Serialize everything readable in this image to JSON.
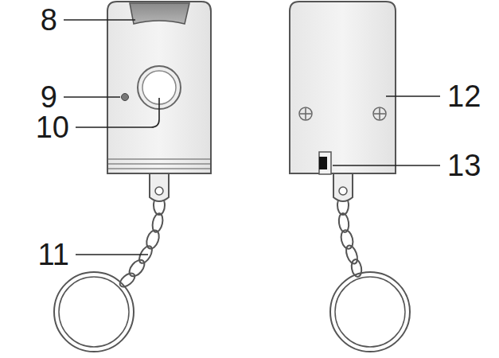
{
  "diagram": {
    "labels": [
      "8",
      "9",
      "10",
      "11",
      "12",
      "13"
    ]
  }
}
